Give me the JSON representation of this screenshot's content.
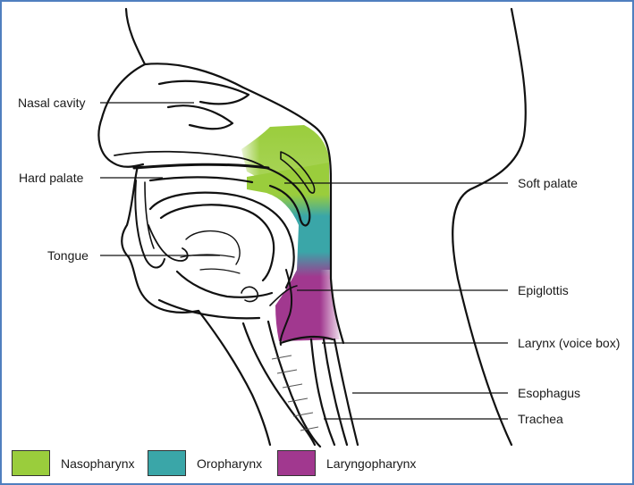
{
  "labels": {
    "nasal_cavity": "Nasal cavity",
    "hard_palate": "Hard palate",
    "tongue": "Tongue",
    "soft_palate": "Soft palate",
    "epiglottis": "Epiglottis",
    "larynx": "Larynx (voice box)",
    "esophagus": "Esophagus",
    "trachea": "Trachea"
  },
  "legend": [
    {
      "label": "Nasopharynx",
      "color": "#9acd3c"
    },
    {
      "label": "Oropharynx",
      "color": "#3aa6a8"
    },
    {
      "label": "Laryngopharynx",
      "color": "#a1388f"
    }
  ]
}
